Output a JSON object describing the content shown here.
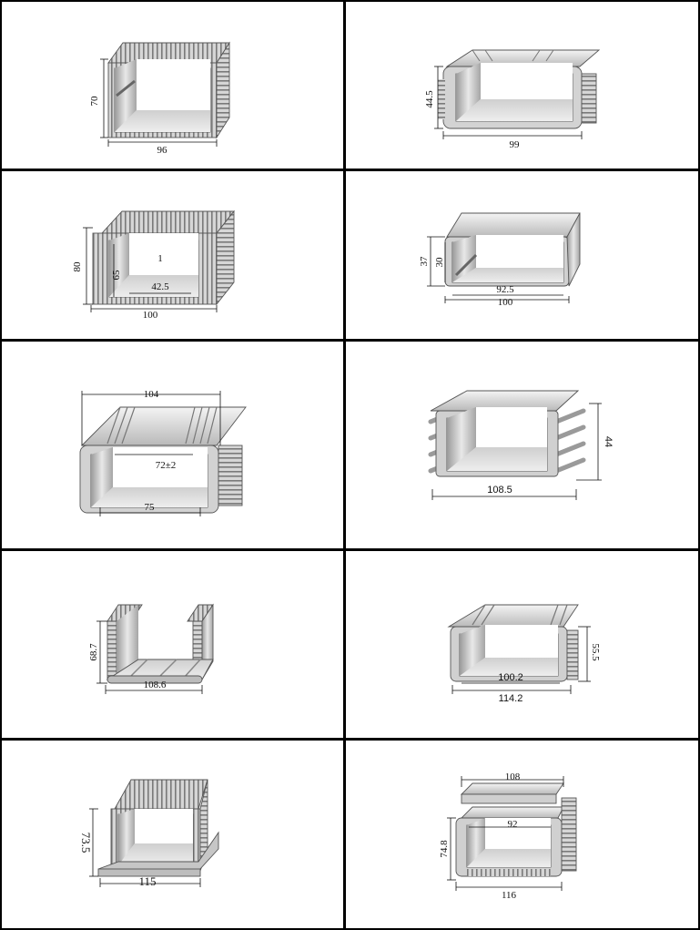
{
  "grid": {
    "rows": 5,
    "cols": 2
  },
  "colors": {
    "border": "#000000",
    "metal_light": "#e6e6e6",
    "metal_mid": "#c2c2c2",
    "metal_dark": "#8f8f8f",
    "dimension": "#111111"
  },
  "profiles": [
    {
      "dims": {
        "height": "70",
        "width": "96"
      }
    },
    {
      "dims": {
        "height": "44.5",
        "width": "99"
      }
    },
    {
      "dims": {
        "height": "80",
        "inner_height": "65",
        "width": "100",
        "inner_width": "42.5",
        "fin_gap": "1"
      }
    },
    {
      "dims": {
        "outer_height": "37",
        "inner_height": "30",
        "inner_width": "92.5",
        "width": "100"
      }
    },
    {
      "dims": {
        "top_width": "104",
        "inner_width": "72±2",
        "bottom_width": "75"
      }
    },
    {
      "dims": {
        "height": "44",
        "width": "108.5"
      }
    },
    {
      "dims": {
        "height": "68.7",
        "width": "108.6"
      }
    },
    {
      "dims": {
        "height": "55.5",
        "inner_width": "100.2",
        "width": "114.2"
      }
    },
    {
      "dims": {
        "height": "73.5",
        "width": "115"
      }
    },
    {
      "dims": {
        "top_width": "108",
        "inner_width": "92",
        "height": "74.8",
        "width": "116"
      }
    }
  ]
}
